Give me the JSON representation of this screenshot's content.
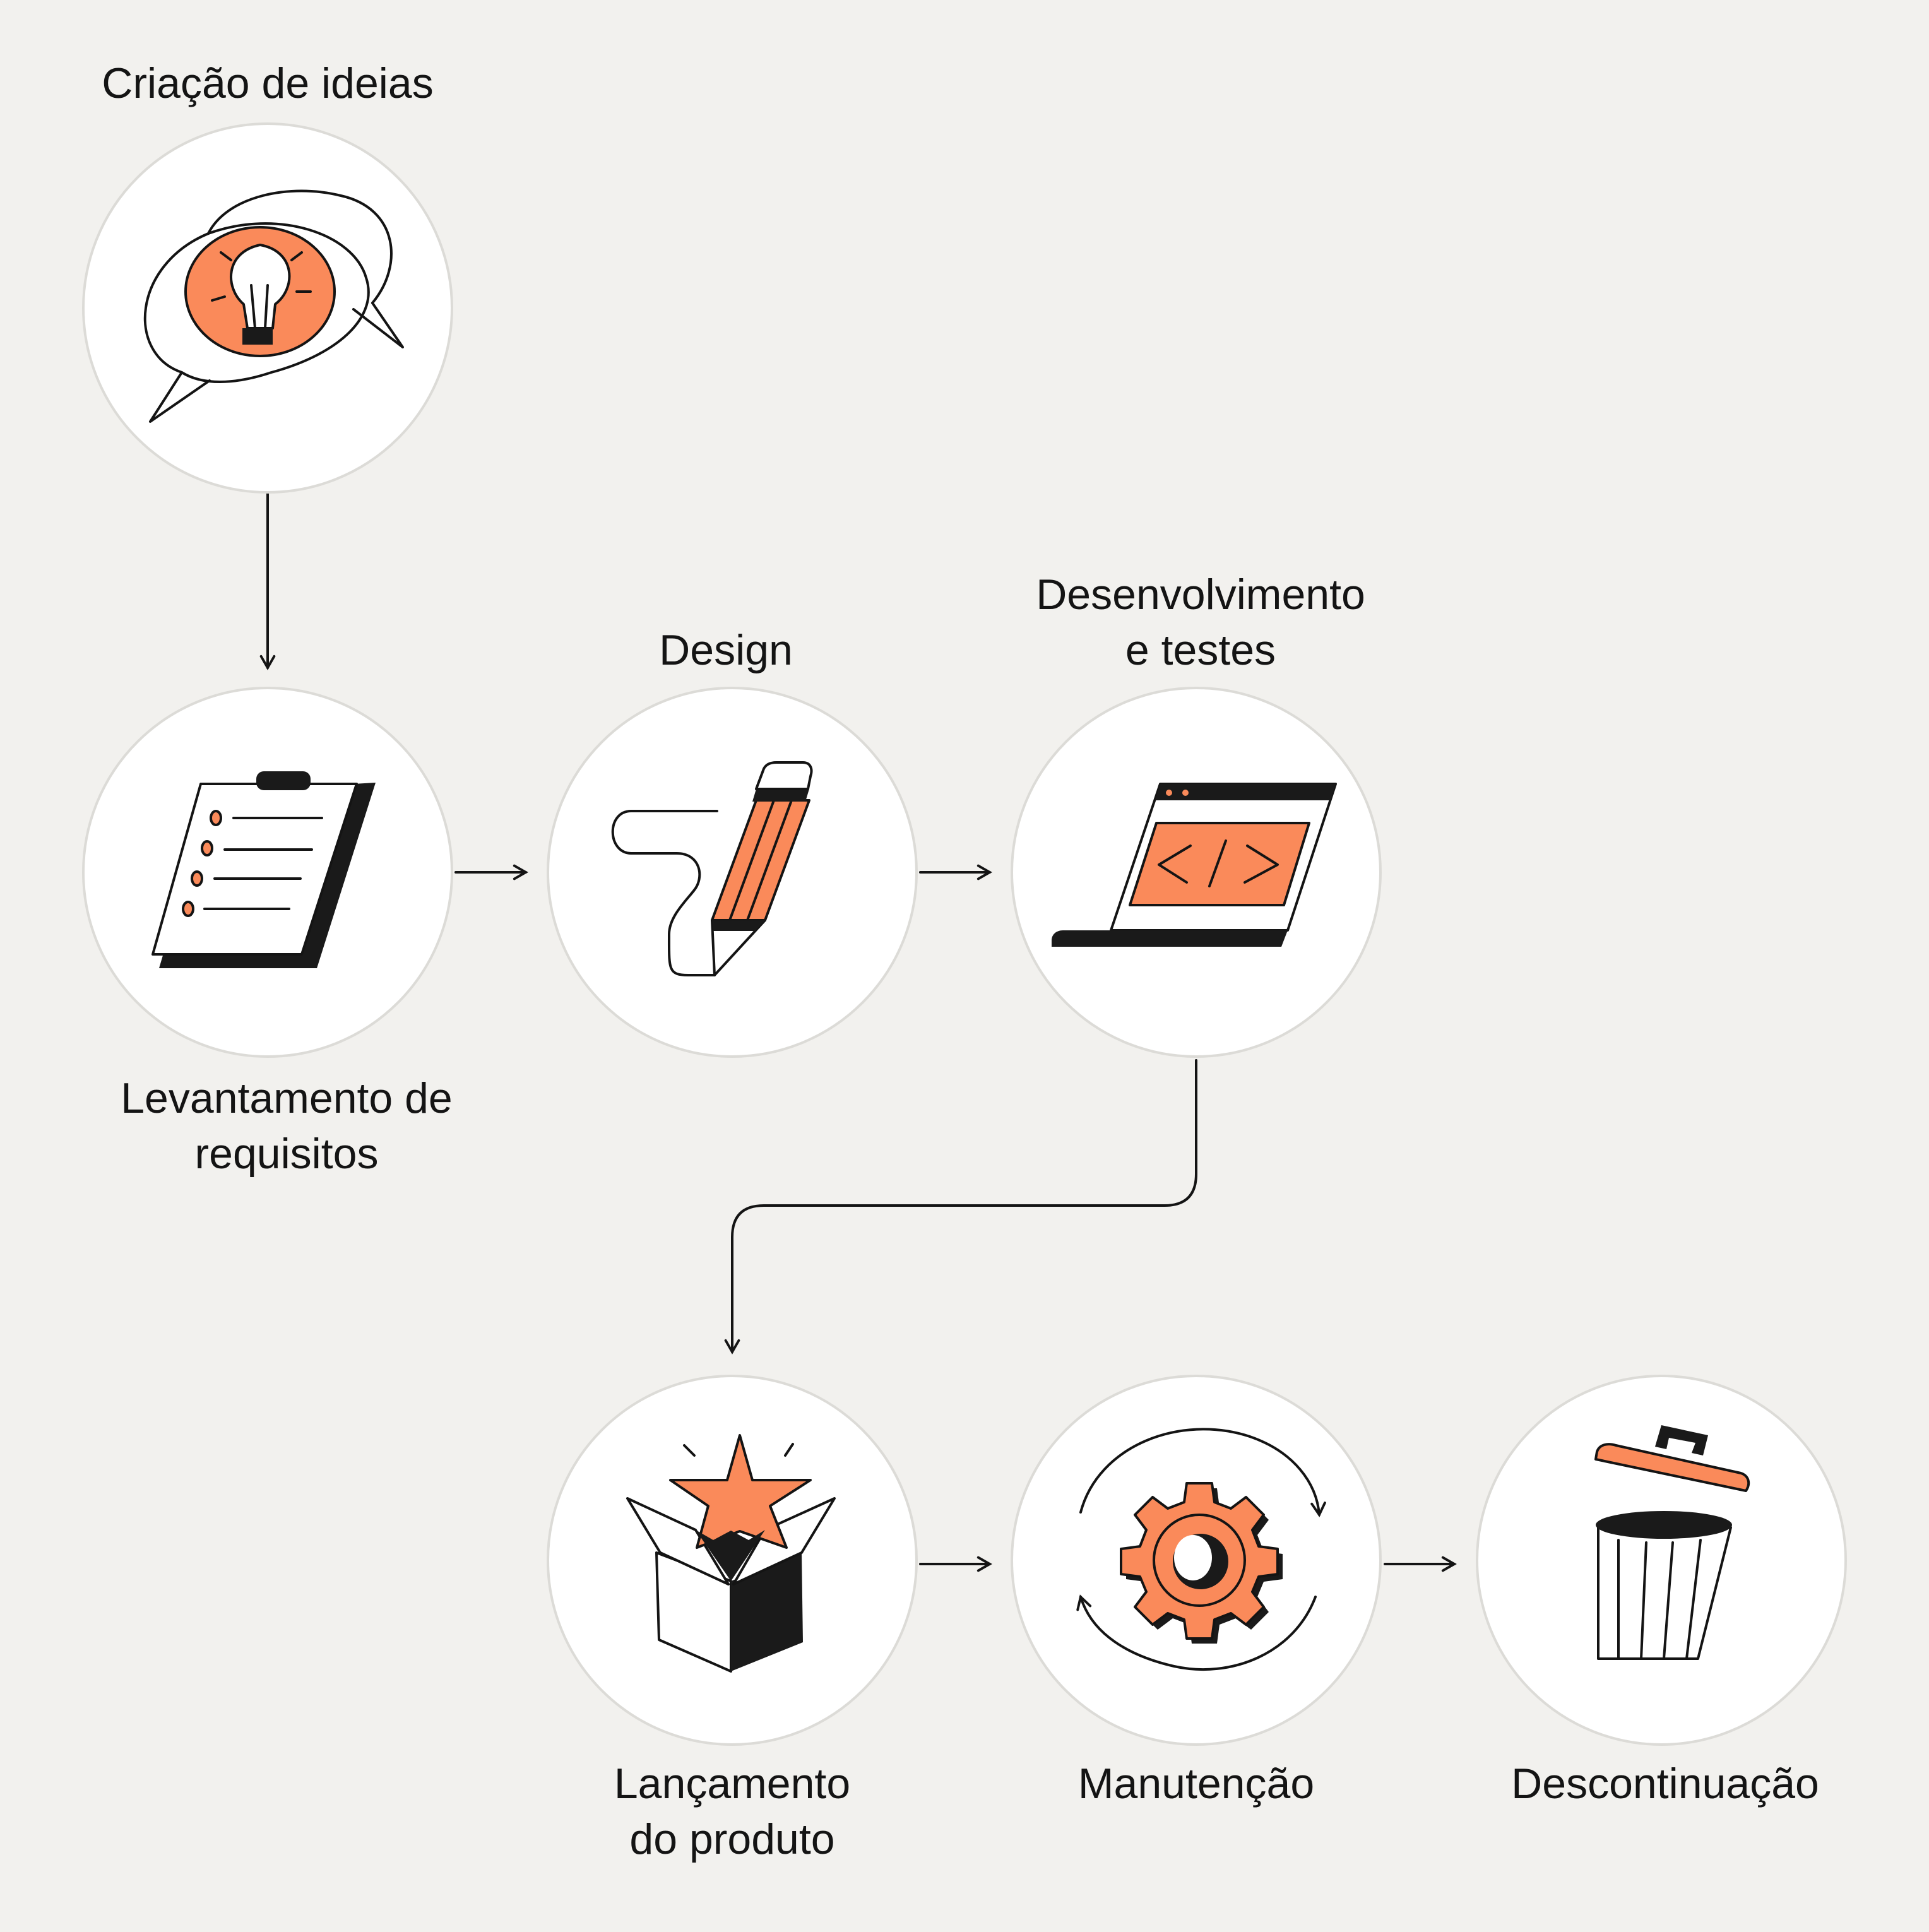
{
  "colors": {
    "background": "#f2f1ee",
    "accent": "#fa8a5a",
    "ink": "#141414",
    "circle_fill": "#ffffff",
    "circle_stroke": "#dcdbd7"
  },
  "stages": [
    {
      "id": "ideation",
      "label_lines": [
        "Criação de ideias"
      ],
      "icon": "lightbulb-speech-bubbles-icon"
    },
    {
      "id": "requirements",
      "label_lines": [
        "Levantamento de",
        "requisitos"
      ],
      "icon": "clipboard-checklist-icon"
    },
    {
      "id": "design",
      "label_lines": [
        "Design"
      ],
      "icon": "pencil-icon"
    },
    {
      "id": "development",
      "label_lines": [
        "Desenvolvimento",
        "e testes"
      ],
      "icon": "laptop-code-icon"
    },
    {
      "id": "launch",
      "label_lines": [
        "Lançamento",
        "do produto"
      ],
      "icon": "star-box-icon"
    },
    {
      "id": "maintenance",
      "label_lines": [
        "Manutenção"
      ],
      "icon": "gear-cycle-icon"
    },
    {
      "id": "discontinuation",
      "label_lines": [
        "Descontinuação"
      ],
      "icon": "trash-can-icon"
    }
  ]
}
